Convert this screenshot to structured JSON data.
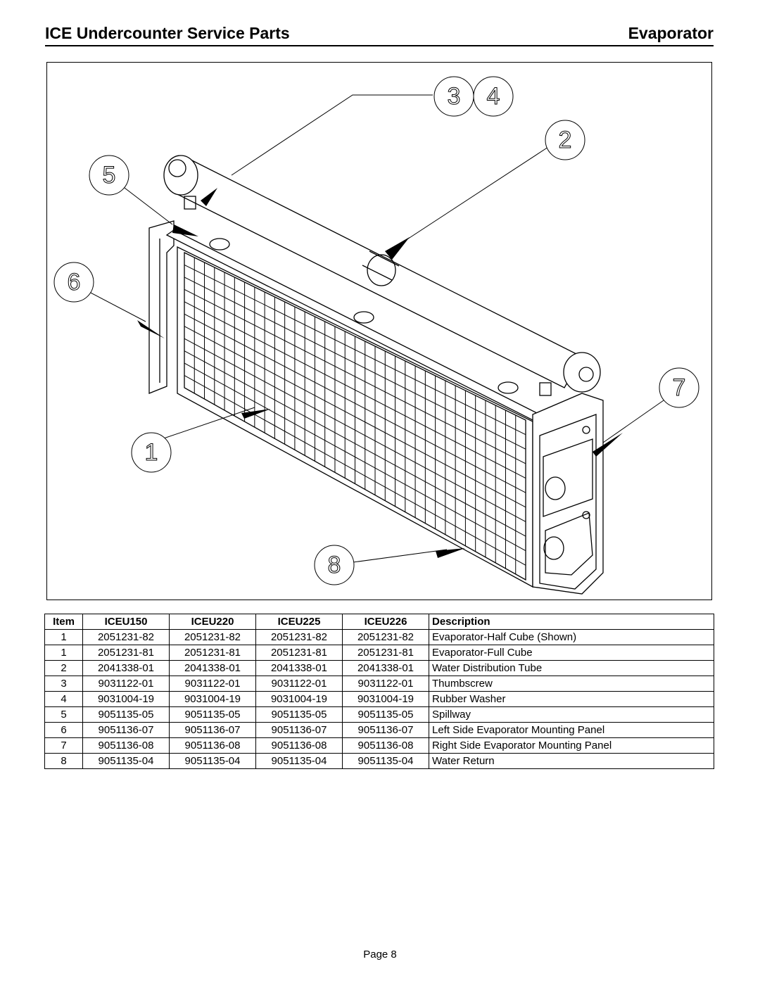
{
  "header": {
    "title": "ICE Undercounter Service Parts",
    "section": "Evaporator"
  },
  "figure": {
    "callouts": [
      "3",
      "4",
      "2",
      "5",
      "6",
      "7",
      "1",
      "8"
    ]
  },
  "table": {
    "headers": [
      "Item",
      "ICEU150",
      "ICEU220",
      "ICEU225",
      "ICEU226",
      "Description"
    ],
    "rows": [
      [
        "1",
        "2051231-82",
        "2051231-82",
        "2051231-82",
        "2051231-82",
        "Evaporator-Half Cube (Shown)"
      ],
      [
        "1",
        "2051231-81",
        "2051231-81",
        "2051231-81",
        "2051231-81",
        "Evaporator-Full Cube"
      ],
      [
        "2",
        "2041338-01",
        "2041338-01",
        "2041338-01",
        "2041338-01",
        "Water Distribution Tube"
      ],
      [
        "3",
        "9031122-01",
        "9031122-01",
        "9031122-01",
        "9031122-01",
        "Thumbscrew"
      ],
      [
        "4",
        "9031004-19",
        "9031004-19",
        "9031004-19",
        "9031004-19",
        "Rubber Washer"
      ],
      [
        "5",
        "9051135-05",
        "9051135-05",
        "9051135-05",
        "9051135-05",
        "Spillway"
      ],
      [
        "6",
        "9051136-07",
        "9051136-07",
        "9051136-07",
        "9051136-07",
        "Left Side Evaporator Mounting Panel"
      ],
      [
        "7",
        "9051136-08",
        "9051136-08",
        "9051136-08",
        "9051136-08",
        "Right Side Evaporator Mounting Panel"
      ],
      [
        "8",
        "9051135-04",
        "9051135-04",
        "9051135-04",
        "9051135-04",
        "Water Return"
      ]
    ]
  },
  "footer": {
    "page": "Page 8"
  }
}
